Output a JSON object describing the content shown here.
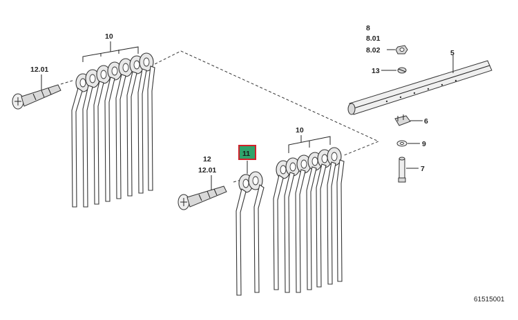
{
  "diagram": {
    "labels": {
      "tines_top": "10",
      "tines_bottom": "10",
      "bolt_top": "12.01",
      "bolt_bottom_a": "12",
      "bolt_bottom_b": "12.01",
      "highlighted_part": "11",
      "nut_a": "8",
      "nut_b": "8.01",
      "nut_c": "8.02",
      "shaft": "5",
      "washer": "13",
      "clamp": "6",
      "ring": "9",
      "pin": "7"
    },
    "reference_number": "61515001",
    "highlight_color": "#2fa36b",
    "highlight_border": "#d0202a"
  }
}
